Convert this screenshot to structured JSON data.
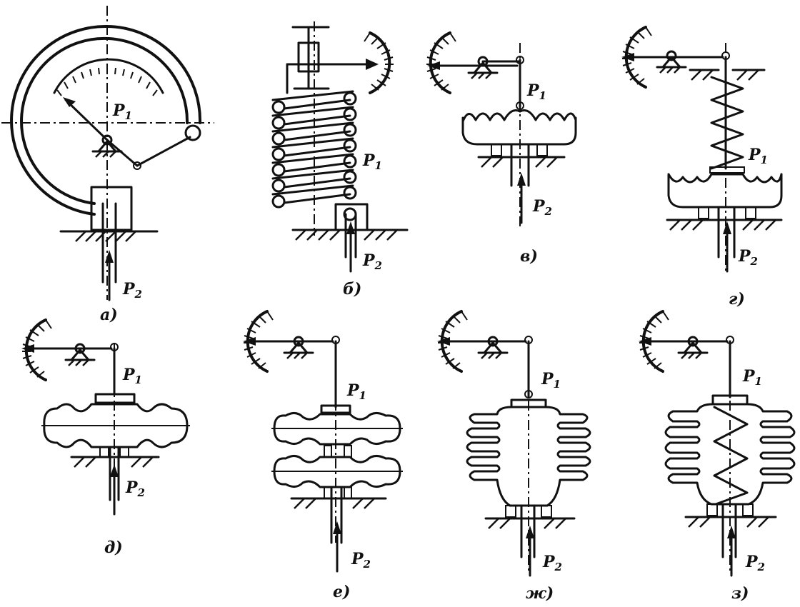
{
  "labels": {
    "p1": "P",
    "p1_sub": "1",
    "p2": "P",
    "p2_sub": "2"
  },
  "captions": {
    "a": "а)",
    "b": "б)",
    "v": "в)",
    "g": "г)",
    "d": "д)",
    "e": "е)",
    "zh": "ж)",
    "z": "з)"
  }
}
